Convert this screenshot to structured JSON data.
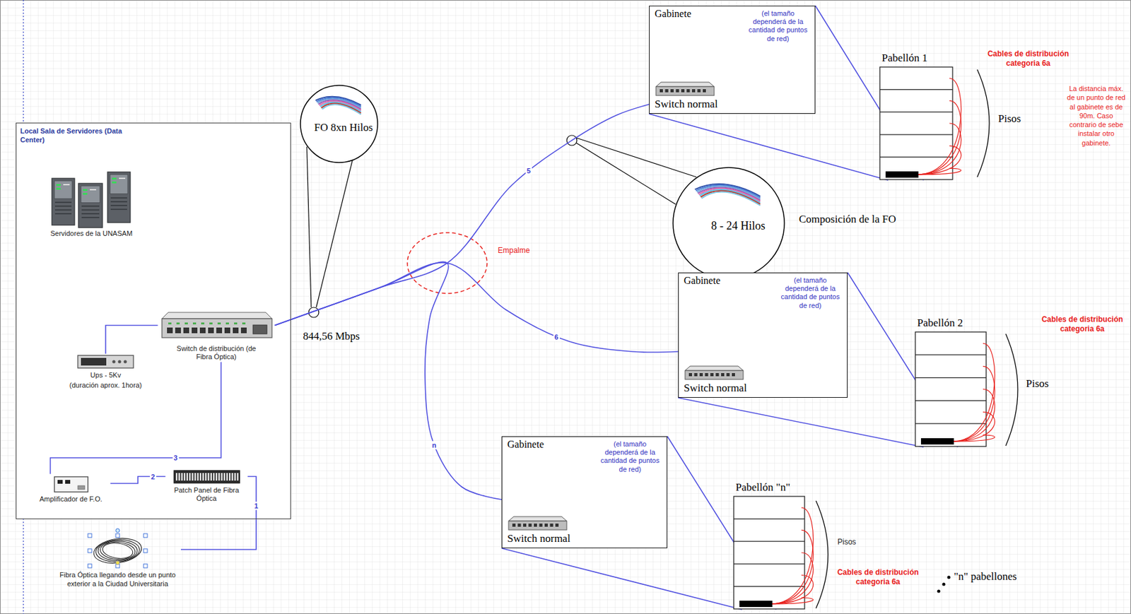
{
  "diagram": {
    "nodes": [
      {
        "text": [
          "Local Sala de Servidores (Data Center)"
        ]
      },
      {
        "text": [
          "Servidores de la UNASAM"
        ],
        "in": 0
      },
      {
        "text": [
          "Switch de distribución (de Fibra Óptica)"
        ],
        "in": 0
      },
      {
        "text": [
          "Ups - 5Kv",
          "(duración aprox. 1hora)"
        ],
        "in": 0
      },
      {
        "text": [
          "Amplificador de F.O."
        ],
        "in": 0
      },
      {
        "text": [
          "Patch Panel de Fibra Óptica"
        ],
        "in": 0
      },
      {
        "text": [
          "Fibra Óptica llegando desde un punto exterior a la Ciudad Universitaria"
        ]
      },
      {
        "text": [
          "FO 8xn Hilos"
        ]
      },
      {
        "text": [
          "Gabinete",
          "(el tamaño dependerá de la cantidad de puntos de red)",
          "Switch normal"
        ]
      },
      {
        "text": [
          "Pabellón 1"
        ]
      },
      {
        "text": [
          "8 - 24 Hilos"
        ]
      },
      {
        "text": [
          "Gabinete",
          "(el tamaño dependerá de la cantidad de puntos de red)",
          "Switch normal"
        ]
      },
      {
        "text": [
          "Pabellón 2"
        ]
      },
      {
        "text": [
          "Gabinete",
          "(el tamaño dependerá de la cantidad de puntos de red)",
          "Switch normal"
        ]
      },
      {
        "text": [
          "Pabellón \"n\""
        ]
      }
    ],
    "edges": [
      {
        "from": 2,
        "to": 3,
        "arrow": "none"
      },
      {
        "from": 6,
        "to": 5,
        "label": "1",
        "arrow": "none"
      },
      {
        "from": 5,
        "to": 4,
        "label": "2",
        "arrow": "none"
      },
      {
        "from": 4,
        "to": 2,
        "label": "3",
        "arrow": "none"
      },
      {
        "from": 2,
        "to": 8,
        "label": "5",
        "arrow": "none"
      },
      {
        "from": 2,
        "to": 11,
        "label": "6",
        "arrow": "none"
      },
      {
        "from": 2,
        "to": 13,
        "label": "n",
        "arrow": "none"
      },
      {
        "from": 8,
        "to": 9,
        "arrow": "none"
      },
      {
        "from": 11,
        "to": 12,
        "arrow": "none"
      },
      {
        "from": 13,
        "to": 14,
        "arrow": "none"
      }
    ],
    "labels": [
      "844,56 Mbps",
      "Empalme",
      "Composición de la FO",
      "Cables de distribución categoria 6a",
      "Pisos",
      "La distancia máx. de un punto de red al gabinete es de 90m. Caso contrario de sebe instalar otro gabinete.",
      "Cables de distribución categoria 6a",
      "Pisos",
      "Cables de distribución categoria 6a",
      "Pisos",
      "\"n\" pabellones"
    ]
  }
}
